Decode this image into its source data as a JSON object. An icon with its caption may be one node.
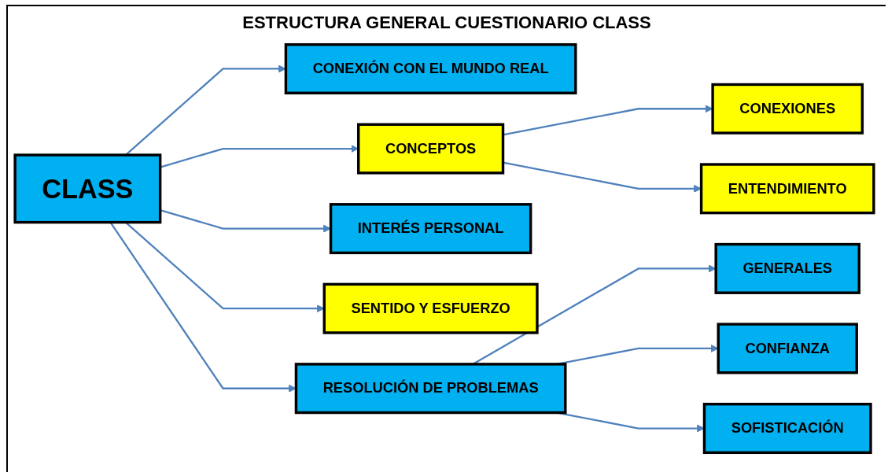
{
  "diagram": {
    "title": "ESTRUCTURA GENERAL CUESTIONARIO CLASS",
    "nodes": [
      {
        "text": [
          "CLASS"
        ]
      },
      {
        "text": [
          "CONEXIÓN CON EL MUNDO REAL"
        ]
      },
      {
        "text": [
          "CONCEPTOS"
        ]
      },
      {
        "text": [
          "INTERÉS PERSONAL"
        ]
      },
      {
        "text": [
          "SENTIDO Y ESFUERZO"
        ]
      },
      {
        "text": [
          "RESOLUCIÓN DE PROBLEMAS"
        ]
      },
      {
        "text": [
          "CONEXIONES"
        ]
      },
      {
        "text": [
          "ENTENDIMIENTO"
        ]
      },
      {
        "text": [
          "GENERALES"
        ]
      },
      {
        "text": [
          "CONFIANZA"
        ]
      },
      {
        "text": [
          "SOFISTICACIÓN"
        ]
      }
    ],
    "edges": [
      {
        "from": 0,
        "to": 1,
        "arrow": "to"
      },
      {
        "from": 0,
        "to": 2,
        "arrow": "to"
      },
      {
        "from": 0,
        "to": 3,
        "arrow": "to"
      },
      {
        "from": 0,
        "to": 4,
        "arrow": "to"
      },
      {
        "from": 0,
        "to": 5,
        "arrow": "to"
      },
      {
        "from": 2,
        "to": 6,
        "arrow": "to"
      },
      {
        "from": 2,
        "to": 7,
        "arrow": "to"
      },
      {
        "from": 5,
        "to": 8,
        "arrow": "to"
      },
      {
        "from": 5,
        "to": 9,
        "arrow": "to"
      },
      {
        "from": 5,
        "to": 10,
        "arrow": "to"
      }
    ]
  }
}
